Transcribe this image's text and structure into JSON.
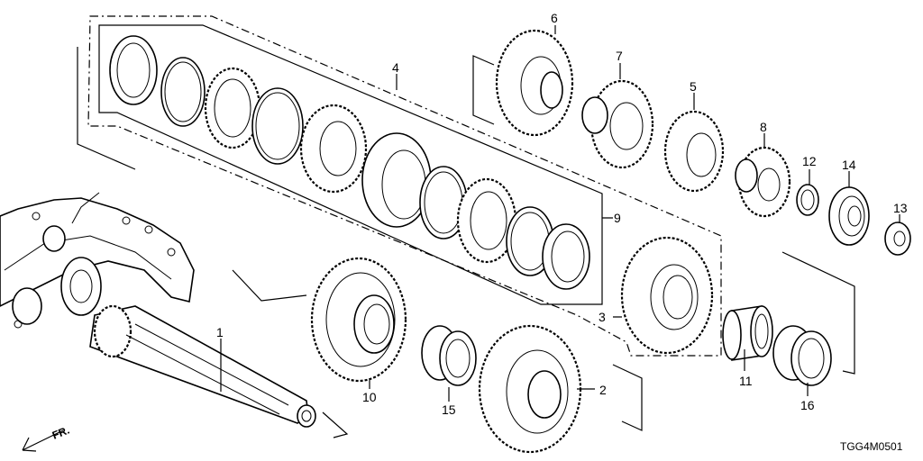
{
  "diagram": {
    "diagram_code": "TGG4M0501",
    "direction_label": "FR.",
    "callouts": [
      {
        "id": "c1",
        "text": "1"
      },
      {
        "id": "c2",
        "text": "2"
      },
      {
        "id": "c3",
        "text": "3"
      },
      {
        "id": "c4",
        "text": "4"
      },
      {
        "id": "c5",
        "text": "5"
      },
      {
        "id": "c6",
        "text": "6"
      },
      {
        "id": "c7",
        "text": "7"
      },
      {
        "id": "c8",
        "text": "8"
      },
      {
        "id": "c9",
        "text": "9"
      },
      {
        "id": "c10",
        "text": "10"
      },
      {
        "id": "c11",
        "text": "11"
      },
      {
        "id": "c12",
        "text": "12"
      },
      {
        "id": "c13",
        "text": "13"
      },
      {
        "id": "c14",
        "text": "14"
      },
      {
        "id": "c15",
        "text": "15"
      },
      {
        "id": "c16",
        "text": "16"
      }
    ]
  }
}
